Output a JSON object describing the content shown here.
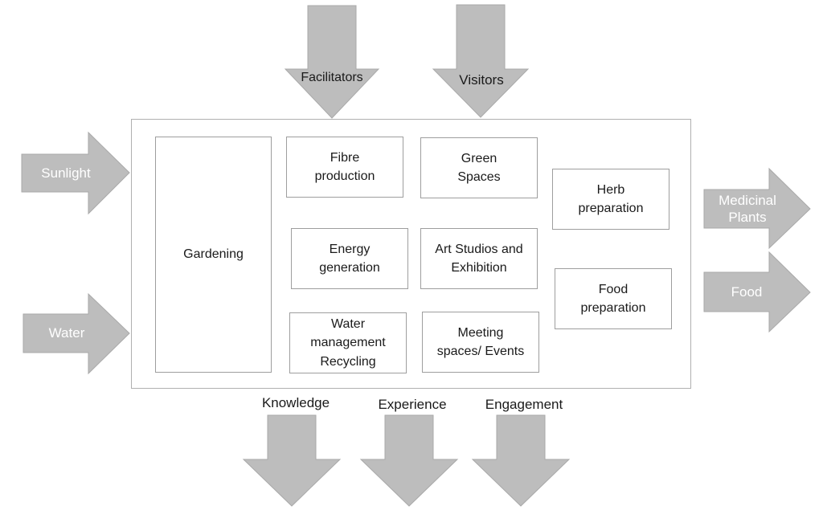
{
  "colors": {
    "arrow_fill": "#bdbdbd",
    "arrow_text": "#ffffff",
    "box_border": "#9e9e9e"
  },
  "inputs": {
    "facilitators": "Facilitators",
    "visitors": "Visitors",
    "sunlight": "Sunlight",
    "water": "Water"
  },
  "outputs": {
    "medicinal_plants": "Medicinal\nPlants",
    "food": "Food",
    "knowledge": "Knowledge",
    "experience": "Experience",
    "engagement": "Engagement"
  },
  "activities": {
    "gardening": "Gardening",
    "fibre_production": "Fibre\nproduction",
    "green_spaces": "Green\nSpaces",
    "herb_preparation": "Herb\npreparation",
    "energy_generation": "Energy\ngeneration",
    "art_studios": "Art Studios and\nExhibition",
    "food_preparation": "Food\npreparation",
    "water_management": "Water\nmanagement\nRecycling",
    "meeting_spaces": "Meeting\nspaces/ Events"
  }
}
